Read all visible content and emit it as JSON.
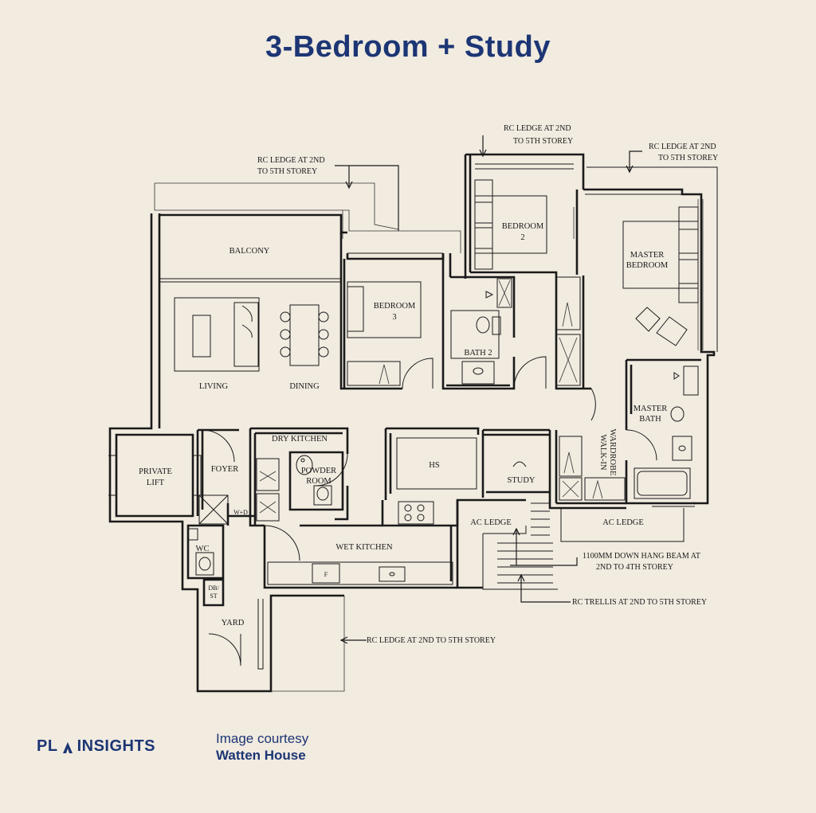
{
  "title": "3-Bedroom + Study",
  "rooms": {
    "balcony": "BALCONY",
    "bedroom2": [
      "BEDROOM",
      "2"
    ],
    "bedroom3": [
      "BEDROOM",
      "3"
    ],
    "master_bedroom": [
      "MASTER",
      "BEDROOM"
    ],
    "bath2": "BATH 2",
    "living": "LIVING",
    "dining": "DINING",
    "private_lift": [
      "PRIVATE",
      "LIFT"
    ],
    "foyer": "FOYER",
    "dry_kitchen": "DRY KITCHEN",
    "powder_room": [
      "POWDER",
      "ROOM"
    ],
    "hs": "HS",
    "study": "STUDY",
    "master_bath": [
      "MASTER",
      "BATH"
    ],
    "walk_in_wardrobe": [
      "WALK-IN",
      "WARDROBE"
    ],
    "ac_ledge_left": "AC LEDGE",
    "ac_ledge_right": "AC LEDGE",
    "wet_kitchen": "WET KITCHEN",
    "wc": "WC",
    "w_d": "W+D",
    "db_st": [
      "DB/",
      "ST"
    ],
    "yard": "YARD",
    "fridge": "F"
  },
  "notes": {
    "rc_ledge_top_left": [
      "RC LEDGE AT 2ND",
      "TO 5TH STOREY"
    ],
    "rc_ledge_top_mid": [
      "RC LEDGE AT 2ND",
      "TO 5TH STOREY"
    ],
    "rc_ledge_top_right": [
      "RC LEDGE AT 2ND",
      "TO 5TH STOREY"
    ],
    "down_hang_beam": [
      "1100MM DOWN HANG BEAM AT",
      "2ND TO 4TH STOREY"
    ],
    "rc_trellis": "RC TRELLIS AT 2ND TO 5TH STOREY",
    "rc_ledge_bottom": "RC LEDGE AT 2ND TO 5TH STOREY"
  },
  "footer": {
    "logo_left": "PL",
    "logo_right": "INSIGHTS",
    "credit_line": "Image courtesy",
    "credit_source": "Watten House"
  },
  "colors": {
    "background": "#f1ebe0",
    "brand": "#1c3574",
    "linework": "#1a1a1a"
  }
}
